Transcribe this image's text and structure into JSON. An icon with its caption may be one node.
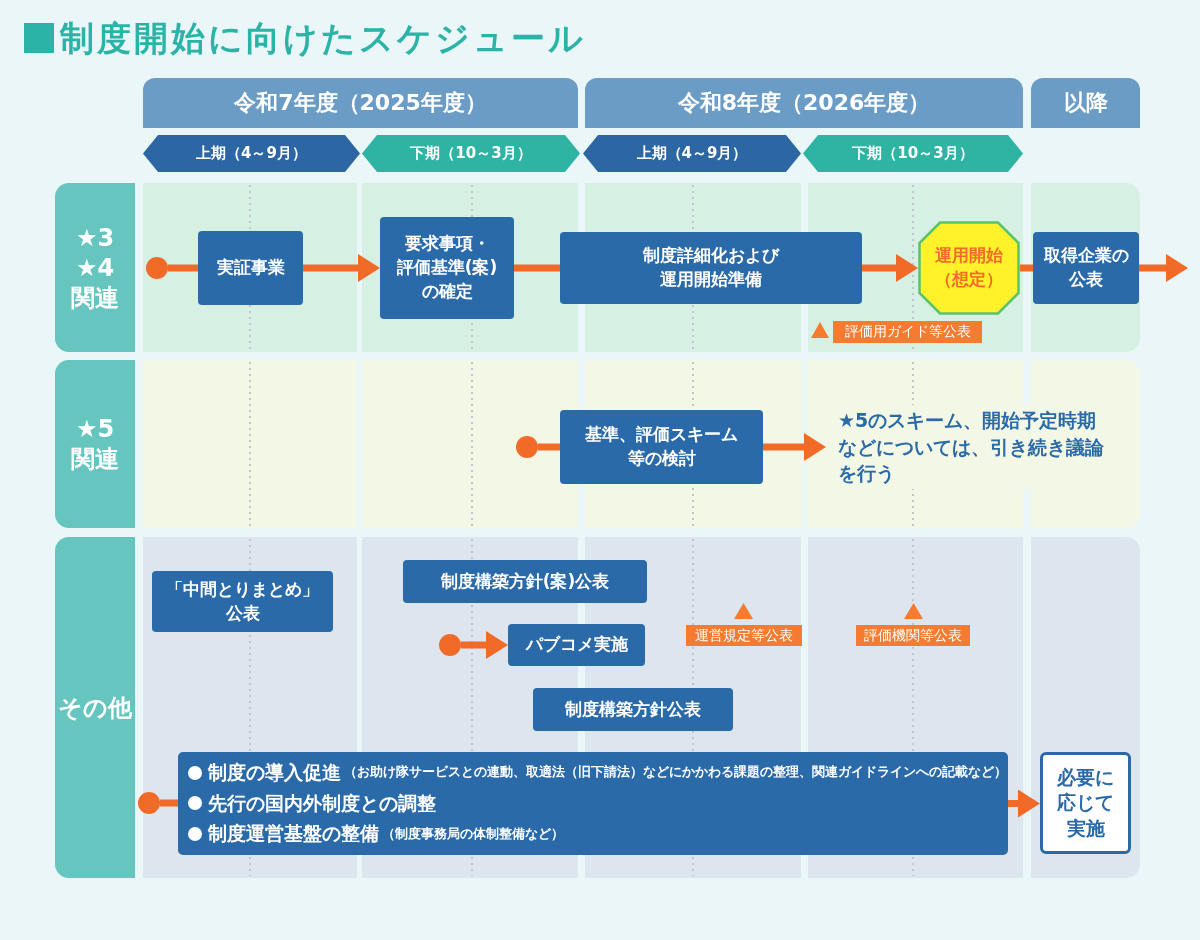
{
  "diagram": {
    "title": "制度開始に向けたスケジュール",
    "nodes": [
      {
        "text": [
          "令和7年度（2025年度）"
        ]
      },
      {
        "text": [
          "令和8年度（2026年度）"
        ]
      },
      {
        "text": [
          "以降"
        ]
      },
      {
        "text": [
          "上期（4～9月）"
        ]
      },
      {
        "text": [
          "下期（10～3月）"
        ]
      },
      {
        "text": [
          "上期（4～9月）"
        ]
      },
      {
        "text": [
          "下期（10～3月）"
        ]
      },
      {
        "text": [
          "★3 ★4 関連"
        ]
      },
      {
        "text": [],
        "shape": "circle",
        "in": 7
      },
      {
        "text": [
          "実証事業"
        ],
        "in": 7
      },
      {
        "text": [
          "要求事項・評価基準(案)の確定"
        ],
        "in": 7
      },
      {
        "text": [
          "制度詳細化および運用開始準備"
        ],
        "in": 7
      },
      {
        "text": [
          "運用開始（想定）"
        ],
        "in": 7
      },
      {
        "text": [
          "取得企業の公表"
        ],
        "in": 7
      },
      {
        "text": [
          "評価用ガイド等公表"
        ],
        "in": 7
      },
      {
        "text": [
          "★5 関連"
        ]
      },
      {
        "text": [],
        "shape": "circle",
        "in": 15
      },
      {
        "text": [
          "基準、評価スキーム等の検討"
        ],
        "in": 15
      },
      {
        "text": [
          "★5のスキーム、開始予定時期などについては、引き続き議論を行う"
        ],
        "in": 15
      },
      {
        "text": [
          "その他"
        ]
      },
      {
        "text": [
          "「中間とりまとめ」公表"
        ],
        "in": 19
      },
      {
        "text": [
          "制度構築方針(案)公表"
        ],
        "in": 19
      },
      {
        "text": [],
        "shape": "circle",
        "in": 19
      },
      {
        "text": [
          "パブコメ実施"
        ],
        "in": 19
      },
      {
        "text": [
          "運営規定等公表"
        ],
        "in": 19
      },
      {
        "text": [
          "評価機関等公表"
        ],
        "in": 19
      },
      {
        "text": [
          "制度構築方針公表"
        ],
        "in": 19
      },
      {
        "text": [],
        "shape": "circle",
        "in": 19
      },
      {
        "text": [
          "制度の導入促進",
          "（お助け隊サービスとの連動、取適法（旧下請法）などにかかわる課題の整理、関連ガイドラインへの記載など）",
          "先行の国内外制度との調整",
          "制度運営基盤の整備",
          "（制度事務局の体制整備など）"
        ],
        "in": 19
      },
      {
        "text": [
          "必要に応じて実施"
        ],
        "in": 19
      }
    ],
    "edges": [
      {
        "from": 8,
        "to": 9,
        "arrow": "none"
      },
      {
        "from": 9,
        "to": 10,
        "arrow": "to"
      },
      {
        "from": 10,
        "to": 11,
        "arrow": "none"
      },
      {
        "from": 11,
        "to": 12,
        "arrow": "to"
      },
      {
        "from": 12,
        "to": 13,
        "arrow": "none"
      },
      {
        "from": 13,
        "to": null,
        "arrow": "to"
      },
      {
        "from": 16,
        "to": 17,
        "arrow": "none"
      },
      {
        "from": 17,
        "to": 18,
        "arrow": "to"
      },
      {
        "from": 22,
        "to": 23,
        "arrow": "to"
      },
      {
        "from": 27,
        "to": 28,
        "arrow": "none"
      },
      {
        "from": 28,
        "to": 29,
        "arrow": "to"
      }
    ]
  }
}
